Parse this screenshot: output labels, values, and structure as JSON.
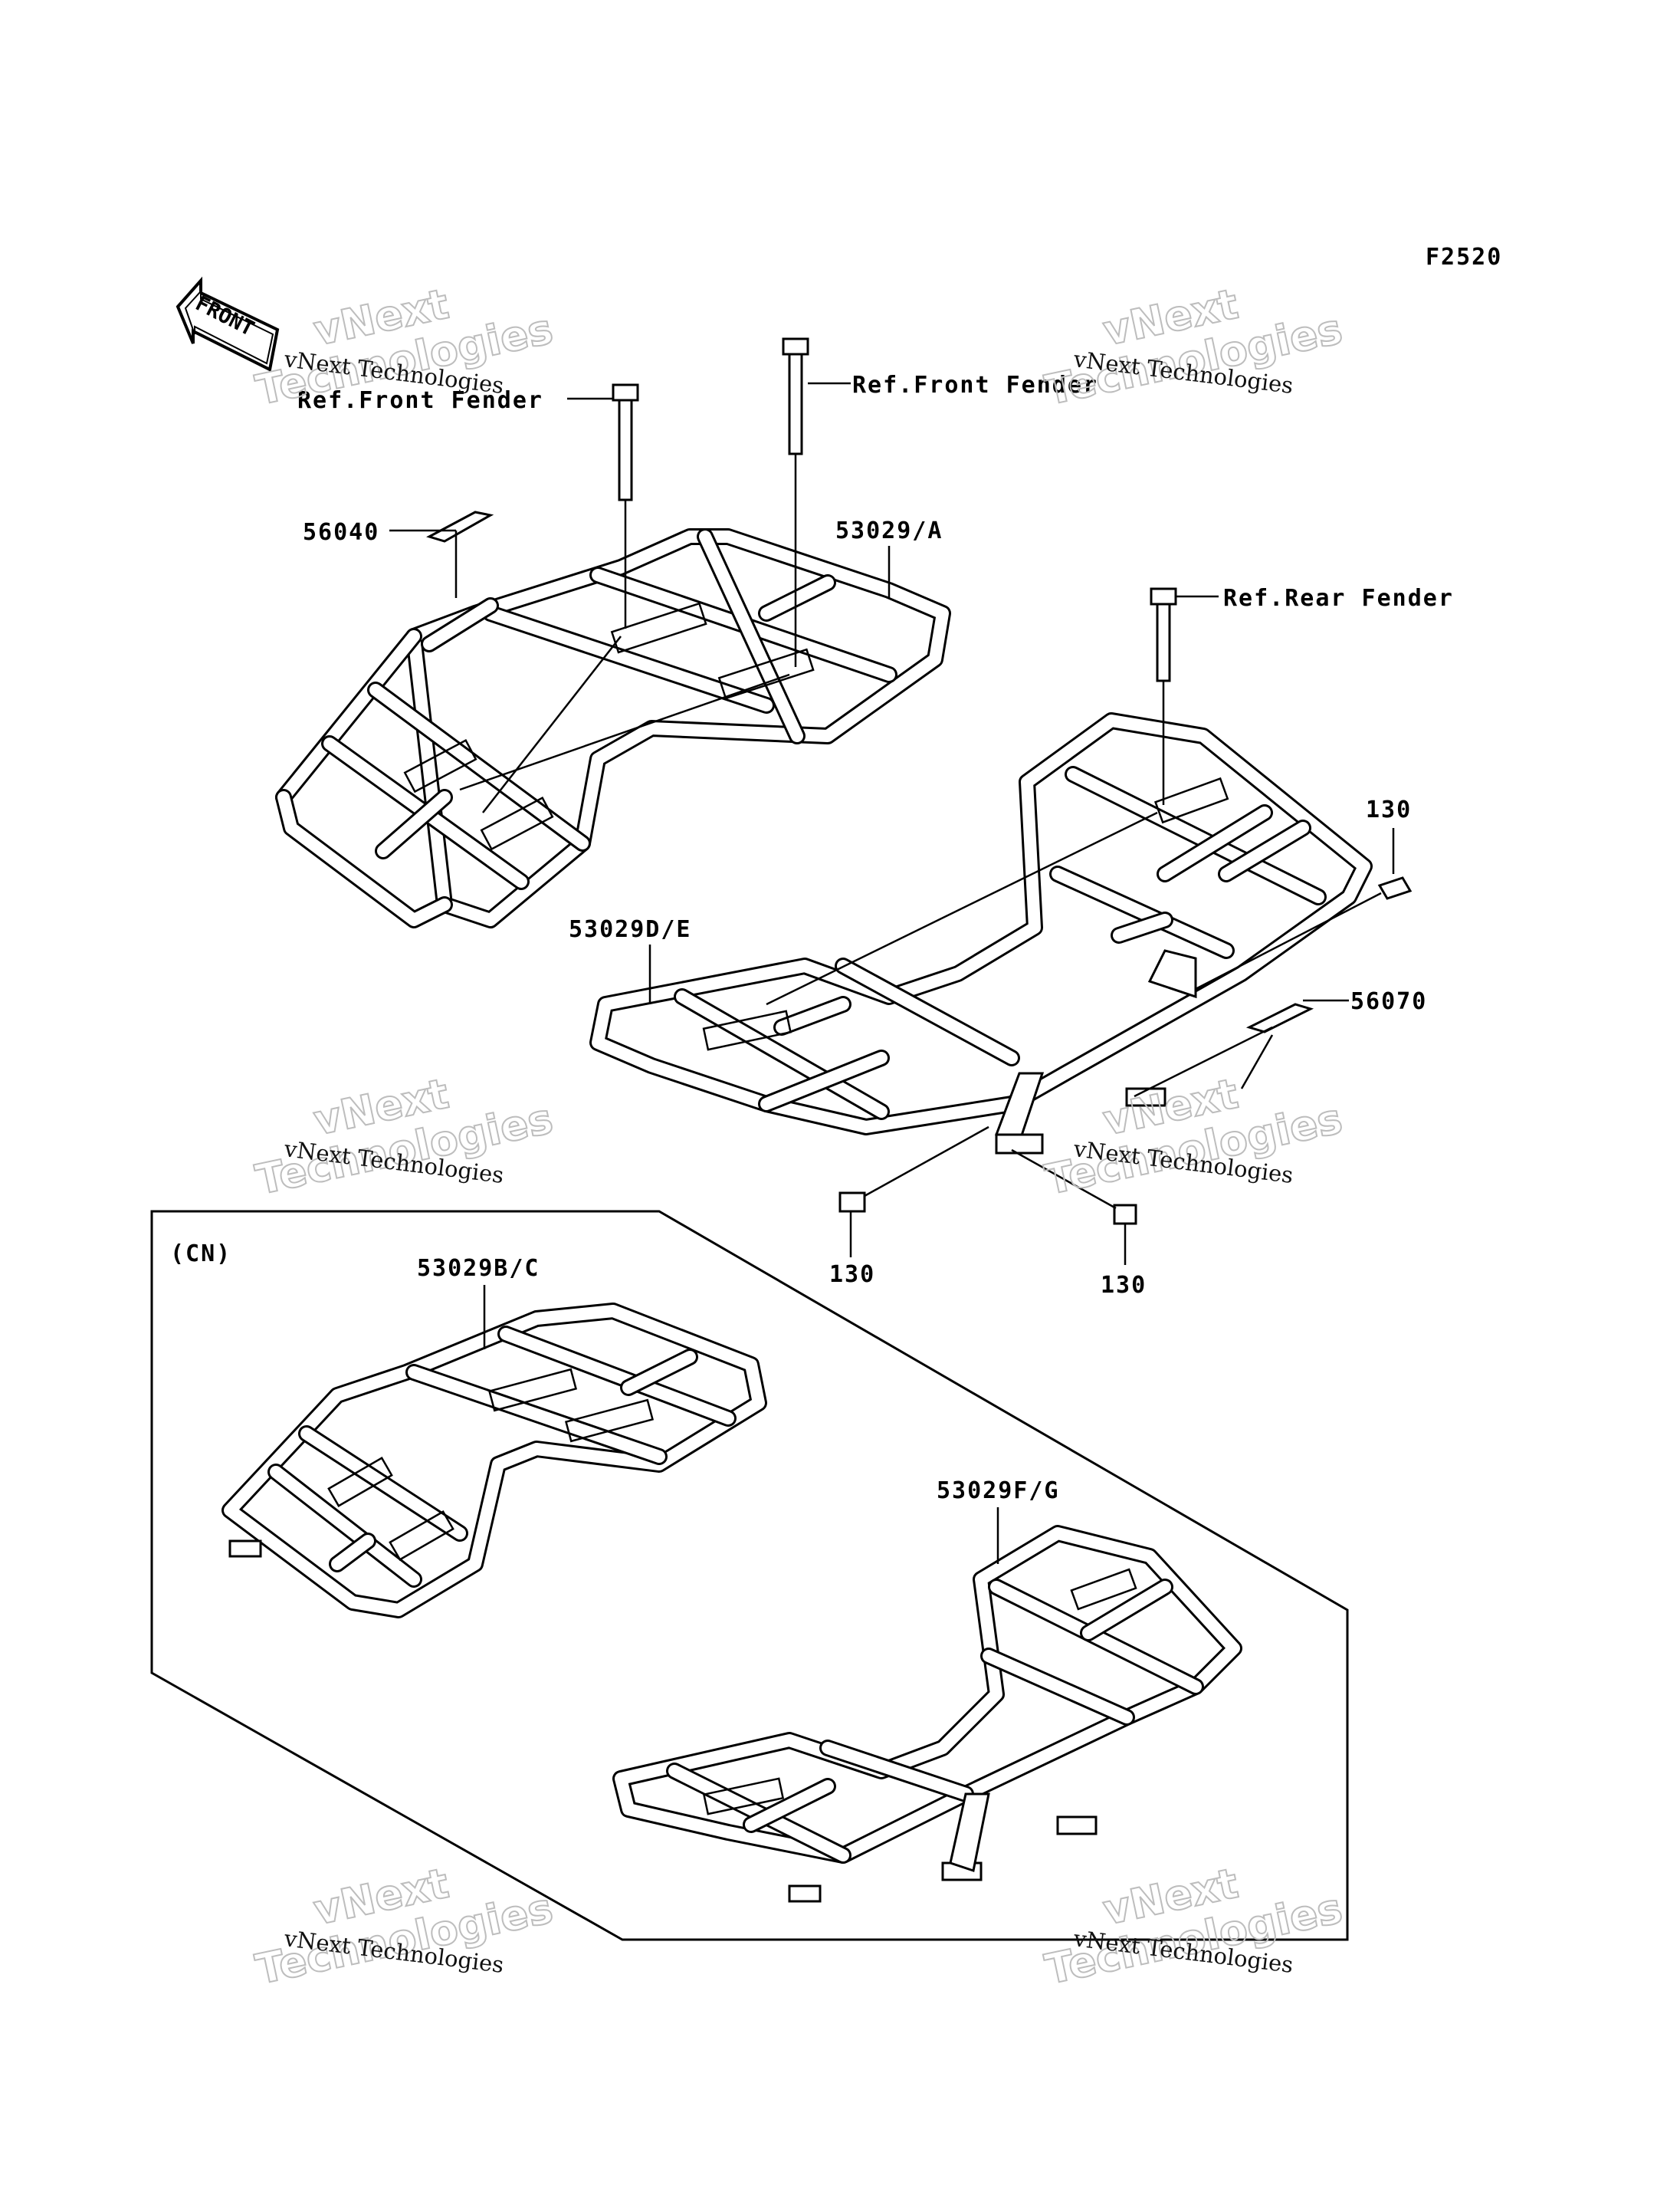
{
  "figure_code": "F2520",
  "front_arrow_label": "FRONT",
  "labels": {
    "ref_front_fender_left": "Ref.Front Fender",
    "ref_front_fender_right": "Ref.Front Fender",
    "ref_rear_fender": "Ref.Rear Fender",
    "part_56040": "56040",
    "part_53029_A": "53029/A",
    "part_53029_DE": "53029D/E",
    "part_130_right": "130",
    "part_56070": "56070",
    "part_130_bottom_left": "130",
    "part_130_bottom_right": "130",
    "region_cn": "(CN)",
    "part_53029_BC": "53029B/C",
    "part_53029_FG": "53029F/G"
  },
  "watermarks": [
    {
      "small": "vNext Technologies",
      "big_top": "vNext",
      "big_bottom": "Technologies"
    },
    {
      "small": "vNext Technologies",
      "big_top": "vNext",
      "big_bottom": "Technologies"
    },
    {
      "small": "vNext Technologies",
      "big_top": "vNext",
      "big_bottom": "Technologies"
    },
    {
      "small": "vNext Technologies",
      "big_top": "vNext",
      "big_bottom": "Technologies"
    },
    {
      "small": "vNext Technologies",
      "big_top": "vNext",
      "big_bottom": "Technologies"
    },
    {
      "small": "vNext Technologies",
      "big_top": "vNext",
      "big_bottom": "Technologies"
    }
  ]
}
